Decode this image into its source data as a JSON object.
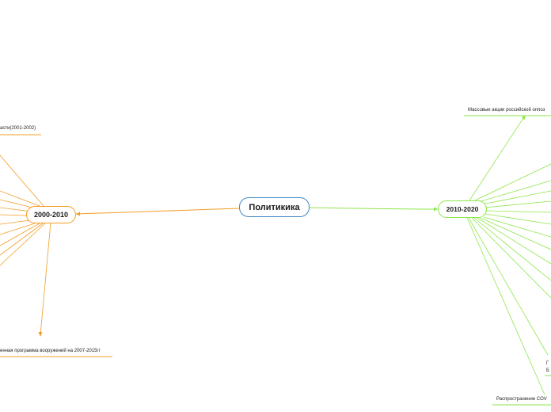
{
  "root": {
    "label": "Политикика"
  },
  "branches": {
    "left": {
      "label": "2000-2010",
      "color": "#f39c24",
      "topics": [
        "асти(2001-2002)",
        "енная программа вооружений на 2007-2015гг"
      ]
    },
    "right": {
      "label": "2010-2020",
      "color": "#8ee64b",
      "topics": [
        "Массовые акции российской оппоз",
        "Распространение COV",
        "Г",
        "Б"
      ]
    }
  },
  "root_color": "#3f88c5"
}
